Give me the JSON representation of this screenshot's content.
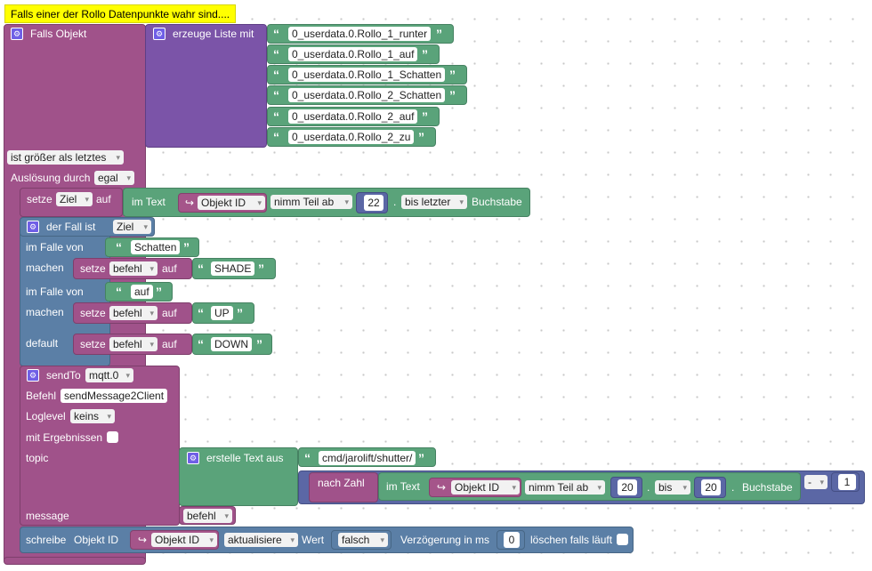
{
  "comment": "Falls einer der Rollo Datenpunkte wahr sind....",
  "trigger": {
    "title": "Falls Objekt",
    "list_label": "erzeuge Liste mit",
    "objects": [
      "0_userdata.0.Rollo_1_runter",
      "0_userdata.0.Rollo_1_auf",
      "0_userdata.0.Rollo_1_Schatten",
      "0_userdata.0.Rollo_2_Schatten",
      "0_userdata.0.Rollo_2_auf",
      "0_userdata.0.Rollo_2_zu"
    ],
    "condition": "ist größer als letztes",
    "ausloesung_label": "Auslösung durch",
    "ausloesung_value": "egal"
  },
  "setze1": {
    "setze": "setze",
    "var": "Ziel",
    "auf": "auf",
    "im_text": "im Text",
    "obj_id": "Objekt ID",
    "nimm": "nimm Teil ab",
    "num": "22",
    "dot": ".",
    "bis": "bis letzter",
    "buchstabe": "Buchstabe"
  },
  "switch": {
    "title": "der Fall ist",
    "var": "Ziel",
    "case_label": "im Falle von",
    "machen": "machen",
    "default": "default",
    "cases": [
      {
        "value": "Schatten",
        "setze": "setze",
        "var": "befehl",
        "auf": "auf",
        "result": "SHADE"
      },
      {
        "value": "auf",
        "setze": "setze",
        "var": "befehl",
        "auf": "auf",
        "result": "UP"
      }
    ],
    "default_case": {
      "setze": "setze",
      "var": "befehl",
      "auf": "auf",
      "result": "DOWN"
    }
  },
  "sendto": {
    "title": "sendTo",
    "adapter": "mqtt.0",
    "befehl_label": "Befehl",
    "befehl_value": "sendMessage2Client",
    "loglevel_label": "Loglevel",
    "loglevel_value": "keins",
    "mit_ergebnissen": "mit Ergebnissen",
    "topic_label": "topic",
    "message_label": "message",
    "message_var": "befehl",
    "erstelle": "erstelle Text aus",
    "topic_prefix": "cmd/jarolift/shutter/",
    "nach_zahl": "nach Zahl",
    "im_text": "im Text",
    "obj_id": "Objekt ID",
    "nimm": "nimm Teil ab",
    "num1": "20",
    "dot": ".",
    "bis": "bis",
    "num2": "20",
    "buchstabe": "Buchstabe",
    "op": "-",
    "minus_num": "1"
  },
  "schreibe": {
    "label": "schreibe",
    "obj_label": "Objekt ID",
    "obj_id": "Objekt ID",
    "mode": "aktualisiere",
    "wert": "Wert",
    "value": "falsch",
    "delay_label": "Verzögerung in ms",
    "delay": "0",
    "clear": "löschen falls läuft"
  }
}
